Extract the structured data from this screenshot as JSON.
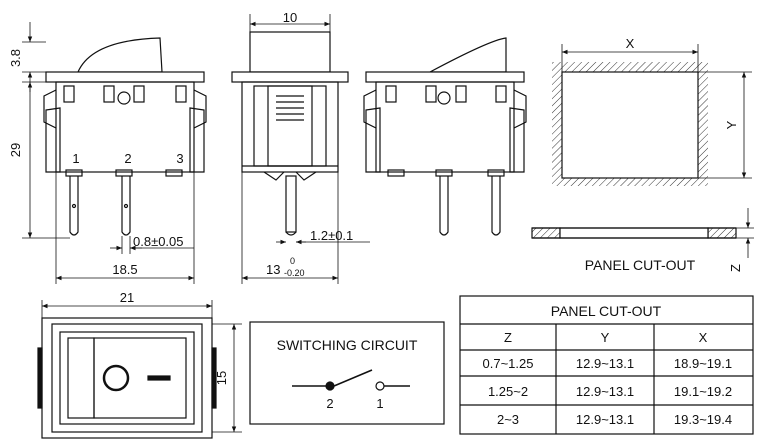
{
  "dimensions": {
    "width_top": "10",
    "cap_height": "3.8",
    "body_height": "29",
    "terminal_pitch": "0.8±0.05",
    "terminal_span": "18.5",
    "tol_sup": "0",
    "tol_sub": "-0.20",
    "tol_tail": "1.2±0.1",
    "body_depth": "13",
    "front_width": "21",
    "front_height": "15",
    "cutout_x": "X",
    "cutout_y": "Y",
    "cutout_z": "Z"
  },
  "terminals": {
    "t1": "1",
    "t2": "2",
    "t3": "3"
  },
  "panel_cutout_label": "PANEL CUT-OUT",
  "switching": {
    "title": "SWITCHING CIRCUIT",
    "pin_left": "2",
    "pin_right": "1"
  },
  "table": {
    "title": "PANEL CUT-OUT",
    "headers": [
      "Z",
      "Y",
      "X"
    ],
    "rows": [
      [
        "0.7~1.25",
        "12.9~13.1",
        "18.9~19.1"
      ],
      [
        "1.25~2",
        "12.9~13.1",
        "19.1~19.2"
      ],
      [
        "2~3",
        "12.9~13.1",
        "19.3~19.4"
      ]
    ]
  }
}
